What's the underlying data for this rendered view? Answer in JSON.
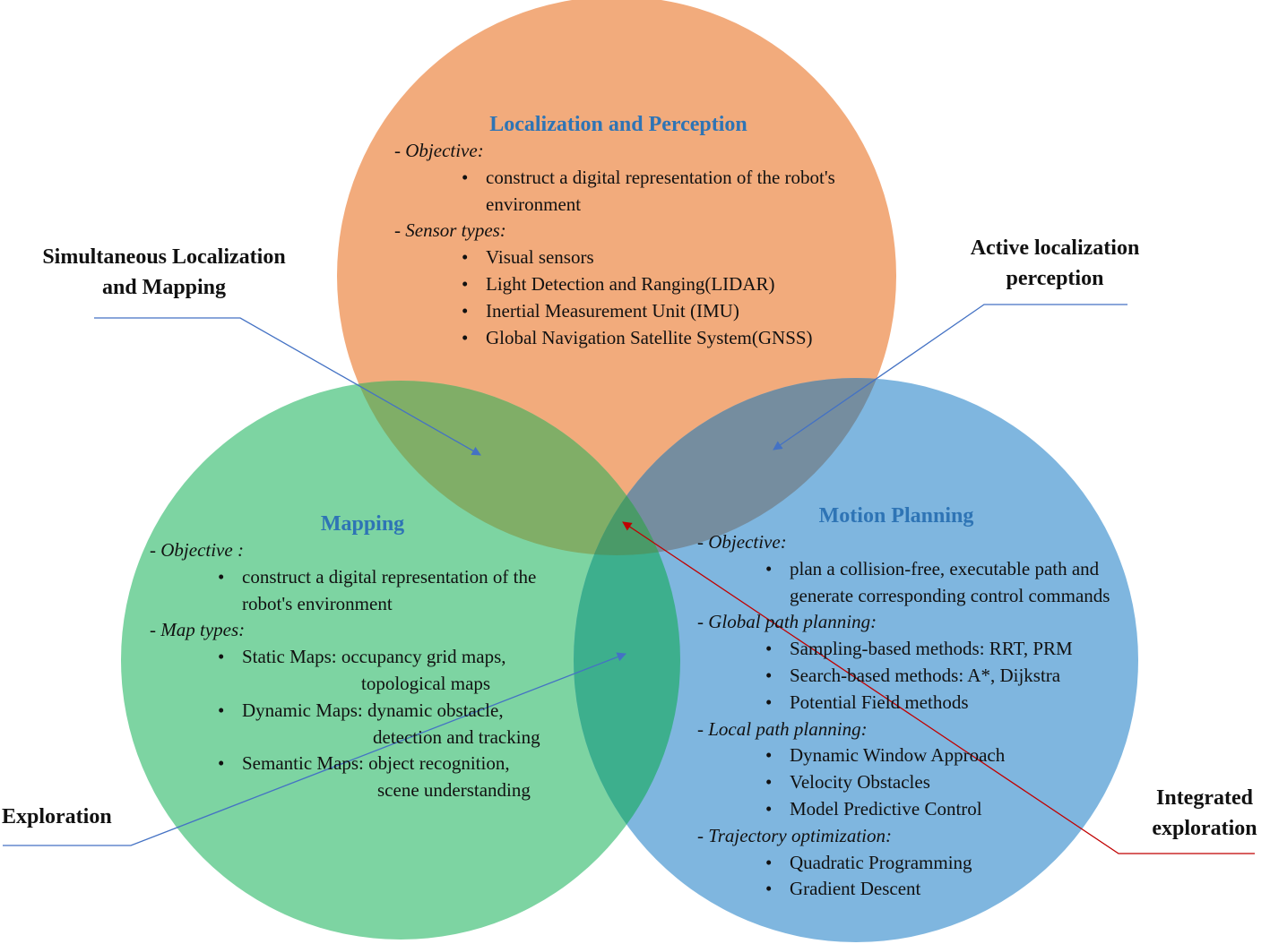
{
  "colors": {
    "top_circle": "#f2ab7c",
    "left_circle": "#7dd4a2",
    "right_circle": "#7fb6df",
    "top_left_overlap": "#80ae67",
    "top_right_overlap": "#758d9f",
    "left_right_overlap": "#3daf8d",
    "center_overlap": "#4a9a68",
    "title_blue": "#2e74b5",
    "blue_arrow": "#4472c4",
    "red_arrow": "#c00000"
  },
  "localization": {
    "title": "Localization and Perception",
    "objective_label": "- Objective:",
    "objective_items": [
      "construct a digital representation of the robot's environment"
    ],
    "sensor_label": "- Sensor types:",
    "sensor_items": [
      "Visual sensors",
      "Light Detection and Ranging(LIDAR)",
      "Inertial Measurement Unit (IMU)",
      "Global Navigation Satellite System(GNSS)"
    ]
  },
  "mapping": {
    "title": "Mapping",
    "objective_label": "- Objective :",
    "objective_items": [
      "construct a digital representation of the robot's environment"
    ],
    "map_label": "- Map types:",
    "map_items": [
      {
        "head": "Static Maps: occupancy grid maps,",
        "cont": "topological maps"
      },
      {
        "head": "Dynamic Maps: dynamic obstacle,",
        "cont": "detection and tracking"
      },
      {
        "head": "Semantic Maps: object recognition,",
        "cont": "scene understanding"
      }
    ]
  },
  "motion": {
    "title": "Motion Planning",
    "objective_label": "- Objective:",
    "objective_items": [
      "plan a collision-free, executable path and generate corresponding control commands"
    ],
    "global_label": "- Global path planning:",
    "global_items": [
      "Sampling-based methods: RRT, PRM",
      "Search-based methods: A*, Dijkstra",
      "Potential Field methods"
    ],
    "local_label": "- Local path planning:",
    "local_items": [
      "Dynamic Window Approach",
      "Velocity Obstacles",
      "Model Predictive Control"
    ],
    "traj_label": "- Trajectory optimization:",
    "traj_items": [
      "Quadratic Programming",
      "Gradient Descent"
    ]
  },
  "callouts": {
    "slam": "Simultaneous Localization\nand Mapping",
    "active": "Active localization\nperception",
    "exploration": "Exploration",
    "integrated": "Integrated\nexploration"
  },
  "bullet": "•"
}
